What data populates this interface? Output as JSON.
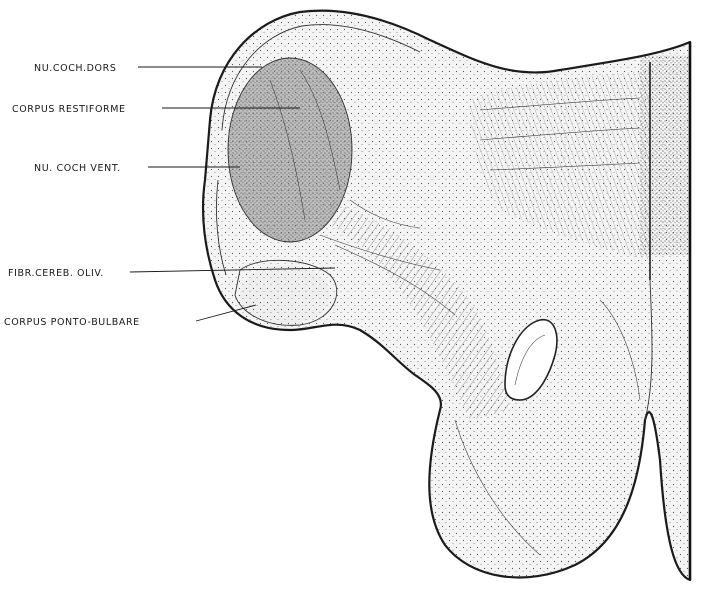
{
  "labels": [
    "NU.COCH.DORS",
    "CORPUS RESTIFORME",
    "NU. COCH VENT.",
    "FIBR.CEREB. OLIV.",
    "CORPUS PONTO-BULBARE"
  ]
}
